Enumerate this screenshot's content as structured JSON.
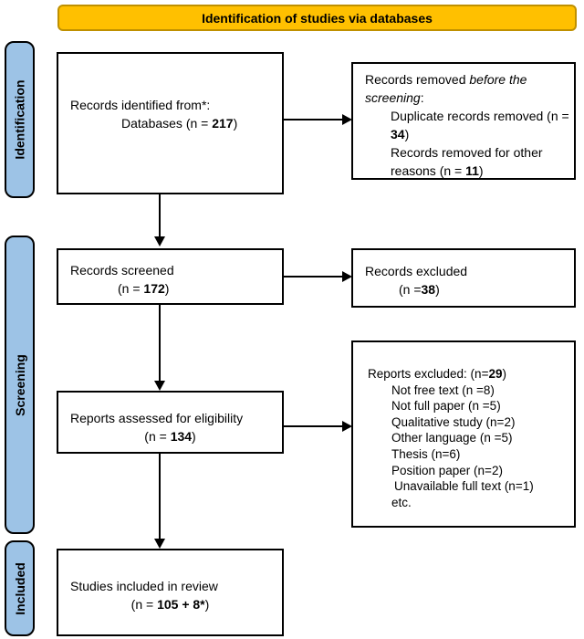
{
  "banner": {
    "label": "Identification of studies via databases"
  },
  "sidebar": {
    "identification": "Identification",
    "screening": "Screening",
    "included": "Included"
  },
  "boxes": {
    "identified": {
      "line1": "Records identified from*:",
      "line2_pre": "Databases (n = ",
      "line2_num": "217",
      "line2_post": ")"
    },
    "removed": {
      "line1_pre": "Records removed ",
      "line1_italic": "before the screening",
      "line1_post": ":",
      "item1_pre": "Duplicate records removed (n = ",
      "item1_num": "34",
      "item1_post": ")",
      "item2_pre": "Records removed for other reasons (n = ",
      "item2_num": "11",
      "item2_post": ")"
    },
    "screened": {
      "line1": "Records screened",
      "line2_pre": "(n = ",
      "line2_num": "172",
      "line2_post": ")"
    },
    "records_excluded": {
      "line1": "Records excluded",
      "line2_pre": "(n =",
      "line2_num": "38",
      "line2_post": ")"
    },
    "assessed": {
      "line1": "Reports assessed for eligibility",
      "line2_pre": "(n = ",
      "line2_num": "134",
      "line2_post": ")"
    },
    "reports_excluded": {
      "header_pre": "Reports excluded: (n=",
      "header_num": "29",
      "header_post": ")",
      "items": [
        "Not free text (n =8)",
        "Not full paper (n =5)",
        "Qualitative study (n=2)",
        "Other language (n =5)",
        "Thesis (n=6)",
        "Position paper (n=2)",
        "Unavailable full text (n=1)",
        "etc."
      ]
    },
    "included": {
      "line1": "Studies included in review",
      "line2_pre": "(n = ",
      "line2_num": "105 + 8*",
      "line2_post": ")"
    }
  },
  "colors": {
    "banner_fill": "#FFC000",
    "banner_border": "#BF9000",
    "sidebar_fill": "#9DC3E6",
    "line_color": "#000000"
  }
}
